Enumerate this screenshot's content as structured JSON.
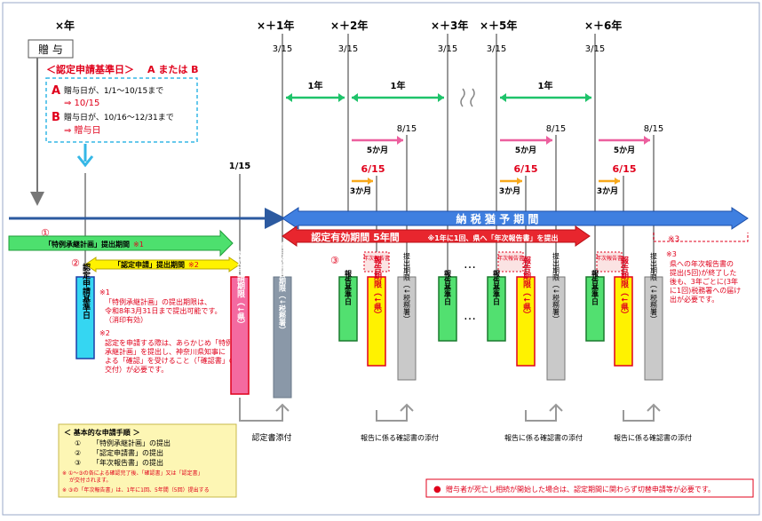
{
  "years": {
    "y0": "×年",
    "y1": "×＋1年",
    "y2": "×＋2年",
    "y3": "×＋3年",
    "y5": "×＋5年",
    "y6": "×＋6年"
  },
  "gift": "贈 与",
  "standard_date": {
    "title": "＜認定申請基準日＞",
    "title_suffix": "A または B",
    "a_mark": "A",
    "a_line1": "贈与日が、1/1～10/15まで",
    "a_line2": "⇒ 10/15",
    "b_mark": "B",
    "b_line1": "贈与日が、10/16～12/31まで",
    "b_line2": "⇒ 贈与日"
  },
  "dates": {
    "d_0315": "3/15",
    "d_0115": "1/15",
    "d_0815": "8/15",
    "d_0615": "6/15"
  },
  "durations": {
    "one_year": "1年",
    "five_months": "5か月",
    "three_months": "3か月"
  },
  "nouzei": "納 税 猶 予 期 間",
  "nintei_period": "認定有効期間 5年間",
  "nintei_note": "※1年に1回、県へ「年次報告書」を提出",
  "circles": {
    "c1": "①",
    "c2": "②",
    "c3": "③"
  },
  "tokurei_period": "「特例承継計画」提出期間",
  "tokurei_mark": "※1",
  "nintei_shinsei_period": "「認定申請」提出期間",
  "nintei_shinsei_mark": "※2",
  "nintei_standard_day": "認定申請基準日",
  "nintei_deadline": "認定申請期限（↓県）",
  "tax_deadline_1": "贈与税申告期限（↓税務署）",
  "report_standard": "報告基準日",
  "report_deadline": "報告期限（↓県）",
  "submit_deadline": "提出期限（↓税務署）",
  "nenji": "年次報告書",
  "ellipsis": "…",
  "note1_mark": "※1",
  "note1_line1": "「特例承継計画」の提出期限は、",
  "note1_line2": "令和8年3月31日まで提出可能です。",
  "note1_line3": "（消印有効）",
  "note2_mark": "※2",
  "note2_line1": "認定を申請する際は、あらかじめ「特例",
  "note2_line2": "承継計画」を提出し、神奈川県知事に",
  "note2_line3": "よる「確認」を受けること（「確認書」の",
  "note2_line4": "交付）が必要です。",
  "note3_mark": "※3",
  "note3_line1": "県への年次報告書の",
  "note3_line2": "提出(5回)が終了した",
  "note3_line3": "後も、3年ごとに(3年",
  "note3_line4": "に1回)税務署への届け",
  "note3_line5": "出が必要です。",
  "nintei_attach": "認定書添付",
  "report_attach": "報告に係る確認書の添付",
  "procedure": {
    "title": "＜ 基本的な申請手順 ＞",
    "s1_num": "①",
    "s1": "「特例承継計画」の提出",
    "s2_num": "②",
    "s2": "「認定申請書」の提出",
    "s3_num": "③",
    "s3": "「年次報告書」の提出",
    "n1": "※ ①～③の各による確認完了後、「確認書」又は「認定書」",
    "n1b": "が交付されます。",
    "n2": "※ ③の「年次報告書」は、1年に1回、5年間（5回）提出する"
  },
  "bottom_note_mark": "●",
  "bottom_note": "贈与者が死亡し相続が開始した場合は、認定期間に関わらず切替申請等が必要です。"
}
